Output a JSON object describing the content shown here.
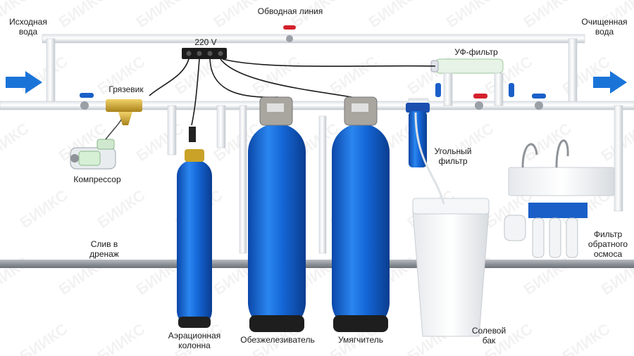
{
  "labels": {
    "source_water": "Исходная\nвода",
    "bypass_line": "Обводная линия",
    "purified_water": "Очищенная\nвода",
    "voltage": "220 V",
    "uv_filter": "УФ-фильтр",
    "strainer": "Грязевик",
    "carbon_filter": "Угольный\nфильтр",
    "compressor": "Компрессор",
    "drain": "Слив в\nдренаж",
    "ro_filter": "Фильтр\nобратного\nосмоса",
    "aeration_column": "Аэрационная\nколонна",
    "iron_remover": "Обезжелезиватель",
    "softener": "Умягчитель",
    "salt_tank": "Солевой\nбак"
  },
  "watermark": "БИИКС",
  "colors": {
    "pipe": "#eef1f4",
    "pipe_edge": "#c9ced4",
    "tank_blue": "#1466d6",
    "tank_dark": "#0a3d8f",
    "arrow_blue": "#1a74d8",
    "valve_red": "#d4202c",
    "valve_blue": "#1a5fc8",
    "brass": "#c9a227",
    "drain_pipe": "#9a9ea3"
  }
}
